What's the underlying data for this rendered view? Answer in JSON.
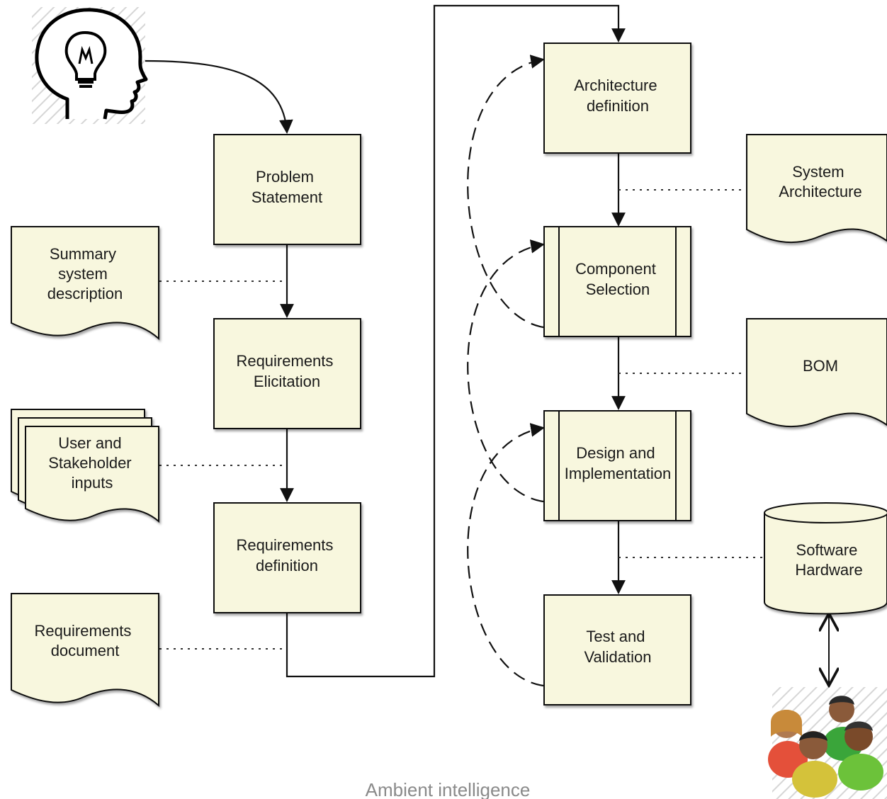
{
  "caption": "Ambient intelligence",
  "process_boxes": [
    {
      "id": "problem-statement",
      "lines": [
        "Problem",
        "Statement"
      ]
    },
    {
      "id": "requirements-elicitation",
      "lines": [
        "Requirements",
        "Elicitation"
      ]
    },
    {
      "id": "requirements-definition",
      "lines": [
        "Requirements",
        "definition"
      ]
    },
    {
      "id": "architecture-definition",
      "lines": [
        "Architecture",
        "definition"
      ]
    },
    {
      "id": "component-selection",
      "lines": [
        "Component",
        "Selection"
      ]
    },
    {
      "id": "design-implementation",
      "lines": [
        "Design and",
        "Implementation"
      ]
    },
    {
      "id": "test-validation",
      "lines": [
        "Test and",
        "Validation"
      ]
    }
  ],
  "documents": [
    {
      "id": "summary-system-description",
      "lines": [
        "Summary",
        "system",
        "description"
      ]
    },
    {
      "id": "user-stakeholder-inputs",
      "lines": [
        "User and",
        "Stakeholder",
        "inputs"
      ]
    },
    {
      "id": "requirements-document",
      "lines": [
        "Requirements",
        "document"
      ]
    },
    {
      "id": "system-architecture",
      "lines": [
        "System",
        "Architecture"
      ]
    },
    {
      "id": "bom",
      "lines": [
        "BOM"
      ]
    }
  ],
  "database": {
    "id": "software-hardware",
    "lines": [
      "Software",
      "Hardware"
    ]
  },
  "icons": {
    "idea": "head-with-lightbulb-icon",
    "users": "user-group-icon"
  },
  "colors": {
    "box_fill": "#f8f7de",
    "stroke": "#111111",
    "caption": "#8a8a8a"
  }
}
